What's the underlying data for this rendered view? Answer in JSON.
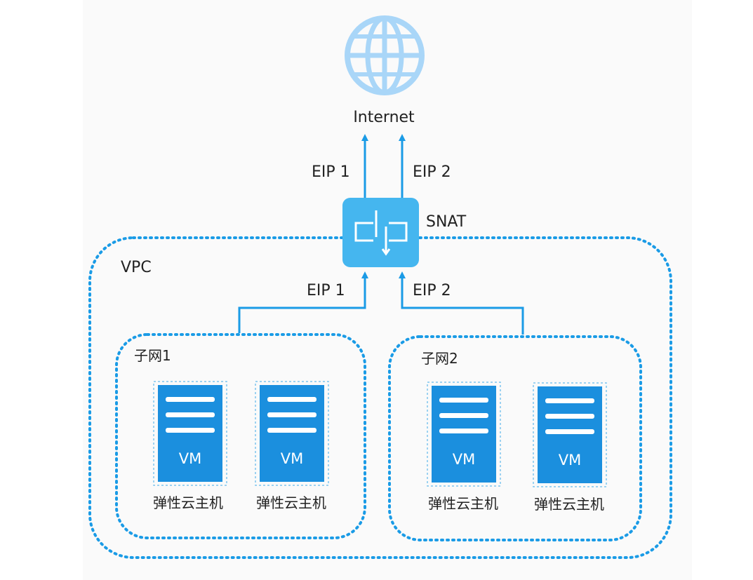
{
  "internet": {
    "label": "Internet",
    "icon": "globe-icon"
  },
  "gateway": {
    "label": "SNAT",
    "icon": "nat-gateway-icon",
    "color": "#45b6ef"
  },
  "links": {
    "upper": [
      "EIP 1",
      "EIP 2"
    ],
    "lower": [
      "EIP 1",
      "EIP 2"
    ]
  },
  "vpc": {
    "label": "VPC",
    "border_color": "#1a9be6"
  },
  "subnets": [
    {
      "label": "子网1",
      "vms": [
        {
          "badge": "VM",
          "caption": "弹性云主机"
        },
        {
          "badge": "VM",
          "caption": "弹性云主机"
        }
      ]
    },
    {
      "label": "子网2",
      "vms": [
        {
          "badge": "VM",
          "caption": "弹性云主机"
        },
        {
          "badge": "VM",
          "caption": "弹性云主机"
        }
      ]
    }
  ],
  "colors": {
    "vm_fill": "#1b8fde",
    "arrow": "#1a9be6",
    "globe": "#a9d6f8"
  }
}
